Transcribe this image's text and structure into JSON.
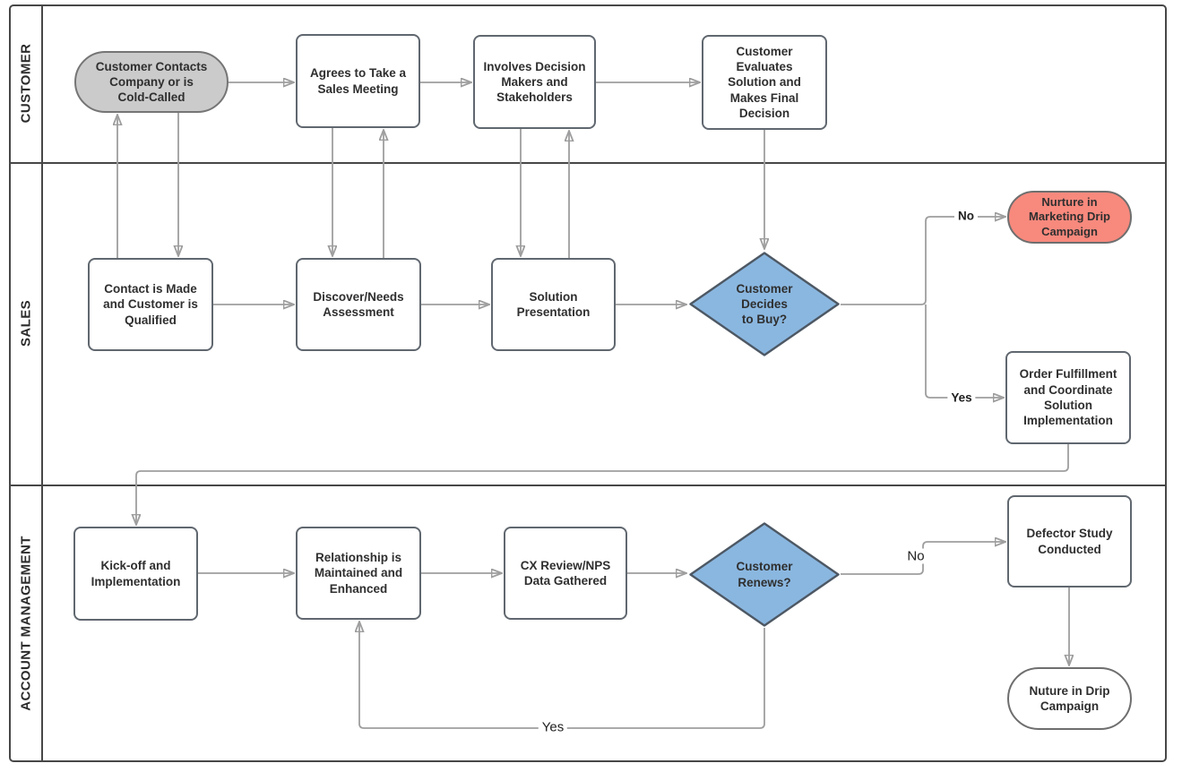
{
  "diagram_type": "swimlane-flowchart",
  "lanes": [
    {
      "label": "CUSTOMER"
    },
    {
      "label": "SALES"
    },
    {
      "label": "ACCOUNT MANAGEMENT"
    }
  ],
  "nodes": {
    "customer_contacts": {
      "label": "Customer Contacts\nCompany or is\nCold-Called",
      "shape": "terminator",
      "fill": "#cbcbcb",
      "lane": "CUSTOMER"
    },
    "agrees_meeting": {
      "label": "Agrees to Take a\nSales Meeting",
      "shape": "process",
      "fill": "#ffffff",
      "lane": "CUSTOMER"
    },
    "involves_decision": {
      "label": "Involves Decision\nMakers and\nStakeholders",
      "shape": "process",
      "fill": "#ffffff",
      "lane": "CUSTOMER"
    },
    "customer_evaluates": {
      "label": "Customer\nEvaluates\nSolution and\nMakes Final\nDecision",
      "shape": "process",
      "fill": "#ffffff",
      "lane": "CUSTOMER"
    },
    "contact_made": {
      "label": "Contact is Made\nand Customer is\nQualified",
      "shape": "process",
      "fill": "#ffffff",
      "lane": "SALES"
    },
    "discover_needs": {
      "label": "Discover/Needs\nAssessment",
      "shape": "process",
      "fill": "#ffffff",
      "lane": "SALES"
    },
    "solution_presentation": {
      "label": "Solution\nPresentation",
      "shape": "process",
      "fill": "#ffffff",
      "lane": "SALES"
    },
    "decides_to_buy": {
      "label": "Customer\nDecides\nto Buy?",
      "shape": "decision",
      "fill": "#8ab7e0",
      "lane": "SALES"
    },
    "nurture_marketing": {
      "label": "Nurture in\nMarketing Drip\nCampaign",
      "shape": "terminator",
      "fill": "#f8897d",
      "lane": "SALES"
    },
    "order_fulfillment": {
      "label": "Order Fulfillment\nand Coordinate\nSolution\nImplementation",
      "shape": "process",
      "fill": "#ffffff",
      "lane": "SALES"
    },
    "kickoff_implementation": {
      "label": "Kick-off and\nImplementation",
      "shape": "process",
      "fill": "#ffffff",
      "lane": "ACCOUNT MANAGEMENT"
    },
    "relationship_maintained": {
      "label": "Relationship is\nMaintained and\nEnhanced",
      "shape": "process",
      "fill": "#ffffff",
      "lane": "ACCOUNT MANAGEMENT"
    },
    "cx_review": {
      "label": "CX Review/NPS\nData Gathered",
      "shape": "process",
      "fill": "#ffffff",
      "lane": "ACCOUNT MANAGEMENT"
    },
    "customer_renews": {
      "label": "Customer\nRenews?",
      "shape": "decision",
      "fill": "#8ab7e0",
      "lane": "ACCOUNT MANAGEMENT"
    },
    "defector_study": {
      "label": "Defector Study\nConducted",
      "shape": "process",
      "fill": "#ffffff",
      "lane": "ACCOUNT MANAGEMENT"
    },
    "nuture_drip": {
      "label": "Nuture in Drip\nCampaign",
      "shape": "terminator",
      "fill": "#ffffff",
      "lane": "ACCOUNT MANAGEMENT"
    }
  },
  "edge_labels": {
    "buy_no": "No",
    "buy_yes": "Yes",
    "renew_no": "No",
    "renew_yes": "Yes"
  },
  "edges": [
    {
      "from": "customer_contacts",
      "to": "agrees_meeting"
    },
    {
      "from": "agrees_meeting",
      "to": "involves_decision"
    },
    {
      "from": "involves_decision",
      "to": "customer_evaluates"
    },
    {
      "from": "contact_made",
      "to": "customer_contacts"
    },
    {
      "from": "customer_contacts",
      "to": "contact_made"
    },
    {
      "from": "discover_needs",
      "to": "agrees_meeting"
    },
    {
      "from": "agrees_meeting",
      "to": "discover_needs"
    },
    {
      "from": "involves_decision",
      "to": "solution_presentation"
    },
    {
      "from": "solution_presentation",
      "to": "involves_decision"
    },
    {
      "from": "customer_evaluates",
      "to": "decides_to_buy"
    },
    {
      "from": "contact_made",
      "to": "discover_needs"
    },
    {
      "from": "discover_needs",
      "to": "solution_presentation"
    },
    {
      "from": "solution_presentation",
      "to": "decides_to_buy"
    },
    {
      "from": "decides_to_buy",
      "to": "nurture_marketing",
      "label": "No"
    },
    {
      "from": "decides_to_buy",
      "to": "order_fulfillment",
      "label": "Yes"
    },
    {
      "from": "order_fulfillment",
      "to": "kickoff_implementation"
    },
    {
      "from": "kickoff_implementation",
      "to": "relationship_maintained"
    },
    {
      "from": "relationship_maintained",
      "to": "cx_review"
    },
    {
      "from": "cx_review",
      "to": "customer_renews"
    },
    {
      "from": "customer_renews",
      "to": "defector_study",
      "label": "No"
    },
    {
      "from": "customer_renews",
      "to": "relationship_maintained",
      "label": "Yes"
    },
    {
      "from": "defector_study",
      "to": "nuture_drip"
    }
  ],
  "colors": {
    "decision_blue": "#8ab7e0",
    "terminator_gray": "#cbcbcb",
    "terminator_salmon": "#f8897d",
    "connector_gray": "#9e9e9e",
    "lane_border": "#474747",
    "node_border": "#60676f",
    "text": "#2f2f2f"
  }
}
